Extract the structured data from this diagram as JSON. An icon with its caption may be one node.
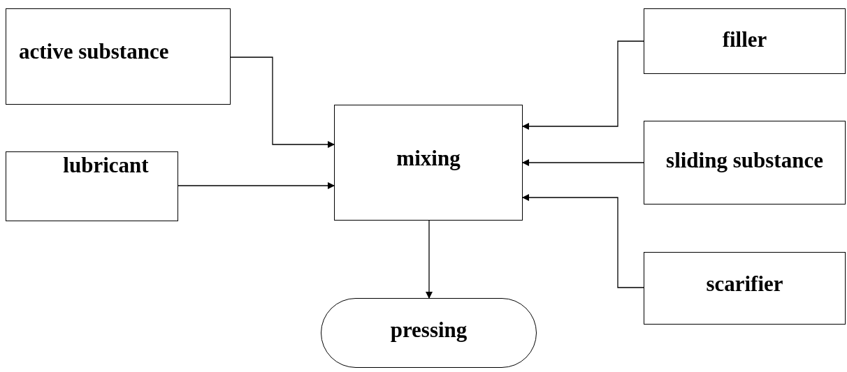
{
  "diagram": {
    "nodes": [
      {
        "text": [
          "active substance"
        ]
      },
      {
        "text": [
          "lubricant"
        ]
      },
      {
        "text": [
          "mixing"
        ]
      },
      {
        "text": [
          "filler"
        ]
      },
      {
        "text": [
          "sliding substance"
        ]
      },
      {
        "text": [
          "scarifier"
        ]
      },
      {
        "text": [
          "pressing"
        ]
      }
    ],
    "edges": [
      {
        "from": 0,
        "to": 2,
        "arrow": "to"
      },
      {
        "from": 1,
        "to": 2,
        "arrow": "to"
      },
      {
        "from": 3,
        "to": 2,
        "arrow": "to"
      },
      {
        "from": 4,
        "to": 2,
        "arrow": "to"
      },
      {
        "from": 5,
        "to": 2,
        "arrow": "to"
      },
      {
        "from": 2,
        "to": 6,
        "arrow": "to"
      }
    ]
  }
}
